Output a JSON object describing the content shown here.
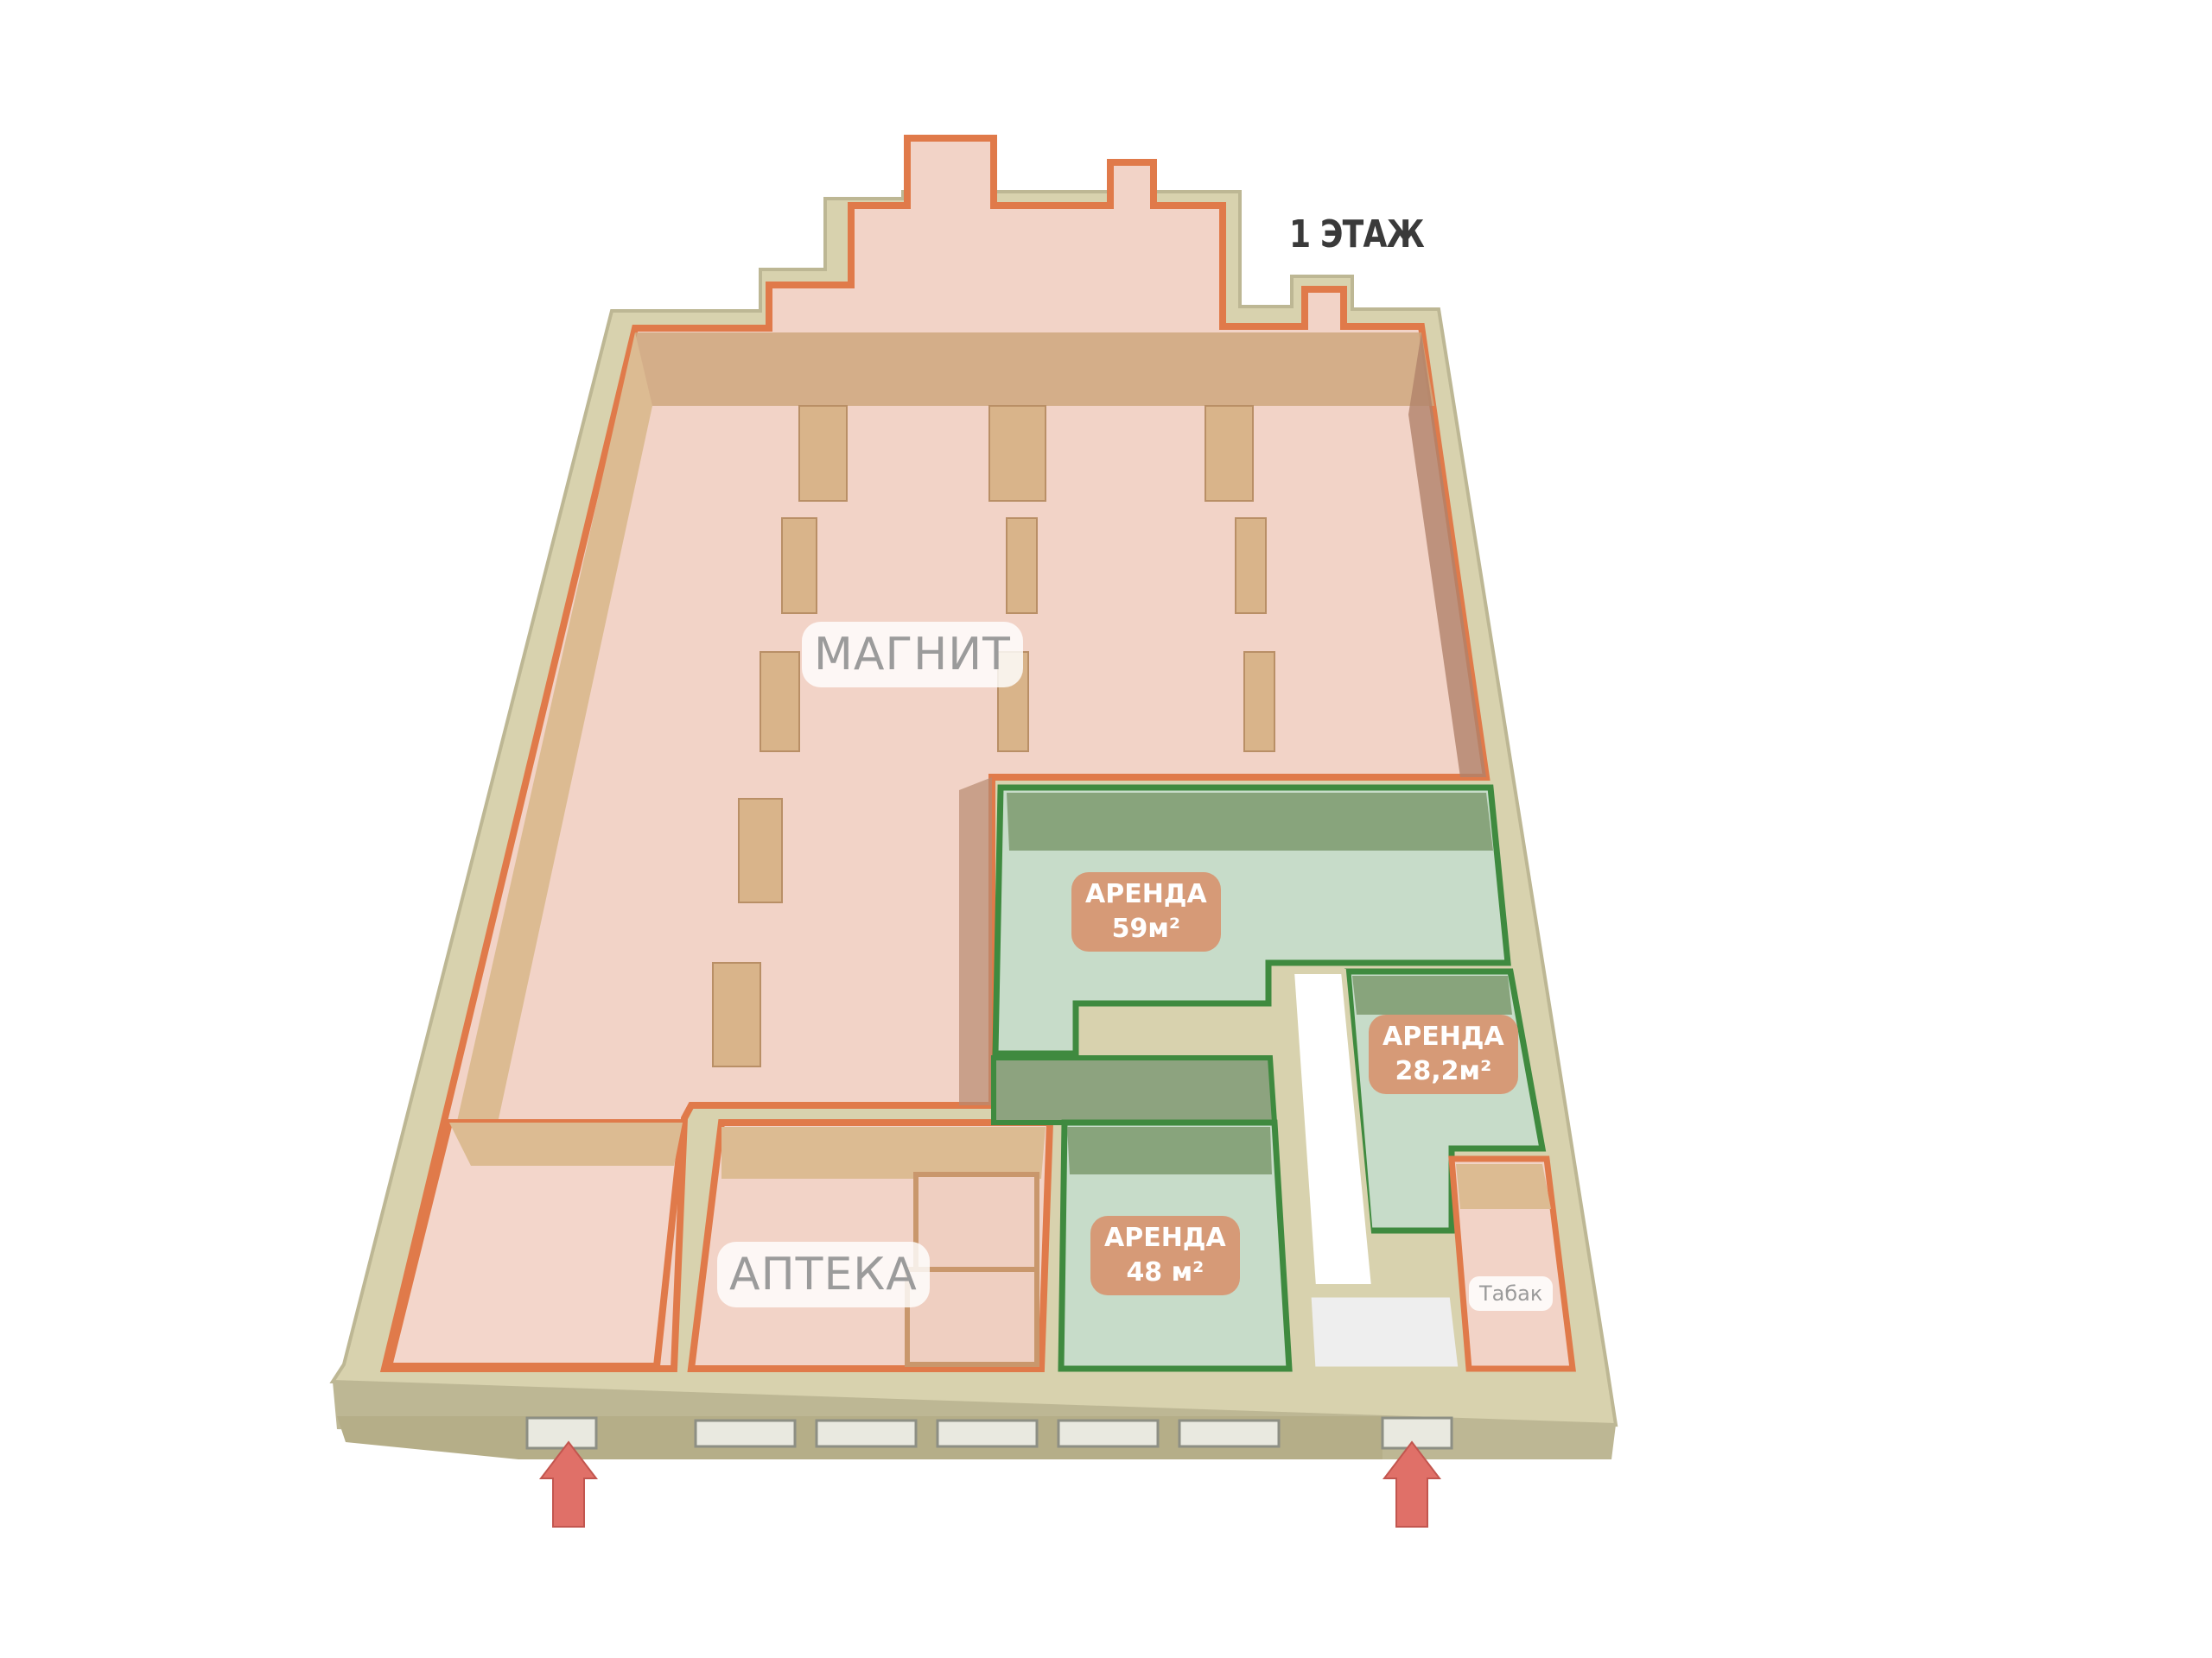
{
  "floor": {
    "title": "1 ЭТАЖ"
  },
  "tenants": {
    "magnit": "МАГНИТ",
    "apteka": "АПТЕКА",
    "tabak": "Табак"
  },
  "rentals": [
    {
      "label": "АРЕНДА",
      "area": "59м²"
    },
    {
      "label": "АРЕНДА",
      "area": "28,2м²"
    },
    {
      "label": "АРЕНДА",
      "area": "48 м²"
    }
  ],
  "entrances": [
    "entrance-left",
    "entrance-right"
  ],
  "colors": {
    "outer_wall": "#d8d2ae",
    "outer_wall_shadow": "#bdb794",
    "leased_floor": "#f2d3c7",
    "leased_outline": "#e07a4a",
    "inner_wall": "#d9b48a",
    "vacant_floor": "#c7dcc9",
    "vacant_outline": "#3f8a3f",
    "rent_badge": "#d69a77",
    "entrance_arrow": "#e07068"
  }
}
